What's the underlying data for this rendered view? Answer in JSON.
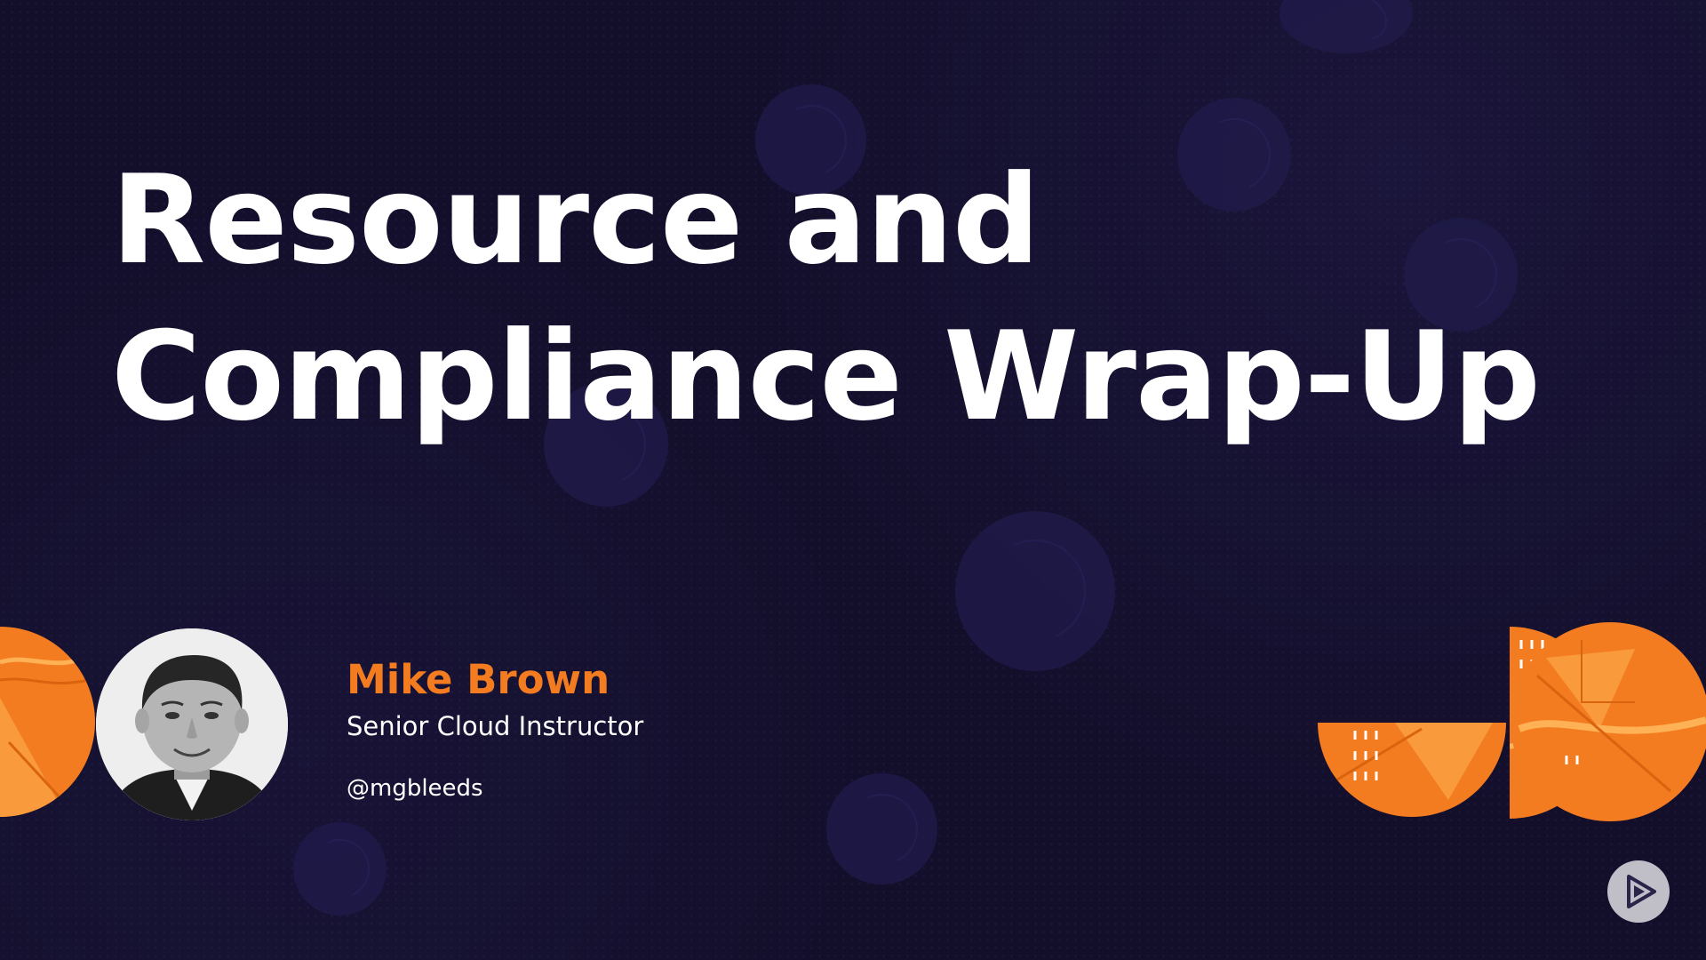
{
  "slide": {
    "title_lines": [
      "Resource and",
      "Compliance Wrap-Up"
    ],
    "instructor": {
      "name": "Mike Brown",
      "role": "Senior Cloud Instructor",
      "handle": "@mgbleeds"
    },
    "colors": {
      "background": "#130f2b",
      "accent": "#f47c20",
      "bubble": "#1f1a48",
      "title": "#ffffff"
    },
    "icons": {
      "logo": "pluralsight-play-icon",
      "avatar": "instructor-photo"
    }
  }
}
